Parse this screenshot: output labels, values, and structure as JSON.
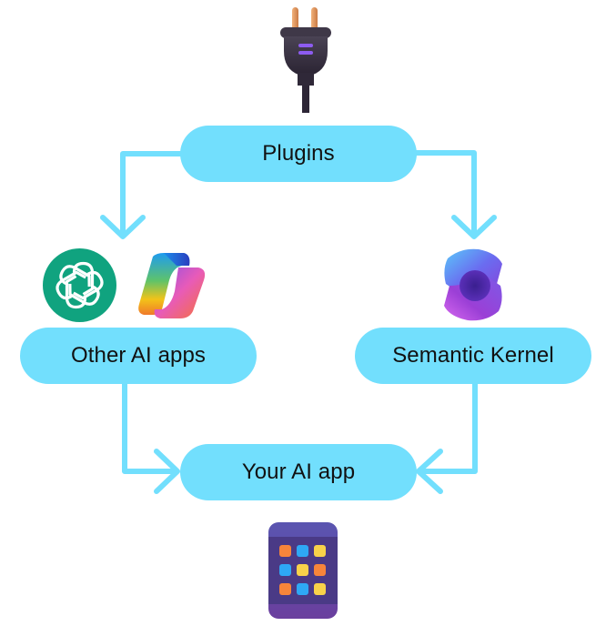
{
  "diagram": {
    "accent_color": "#72DFFD",
    "nodes": {
      "plugins": {
        "label": "Plugins",
        "icon": "power-plug-icon"
      },
      "other_ai_apps": {
        "label": "Other AI apps",
        "icons": [
          "openai-chatgpt-icon",
          "microsoft-copilot-icon"
        ]
      },
      "semantic_kernel": {
        "label": "Semantic Kernel",
        "icon": "semantic-kernel-icon"
      },
      "your_ai_app": {
        "label": "Your AI app",
        "icon": "app-grid-tablet-icon"
      }
    },
    "edges": [
      {
        "from": "Plugins",
        "to": "Other AI apps"
      },
      {
        "from": "Plugins",
        "to": "Semantic Kernel"
      },
      {
        "from": "Other AI apps",
        "to": "Your AI app"
      },
      {
        "from": "Semantic Kernel",
        "to": "Your AI app"
      }
    ]
  }
}
